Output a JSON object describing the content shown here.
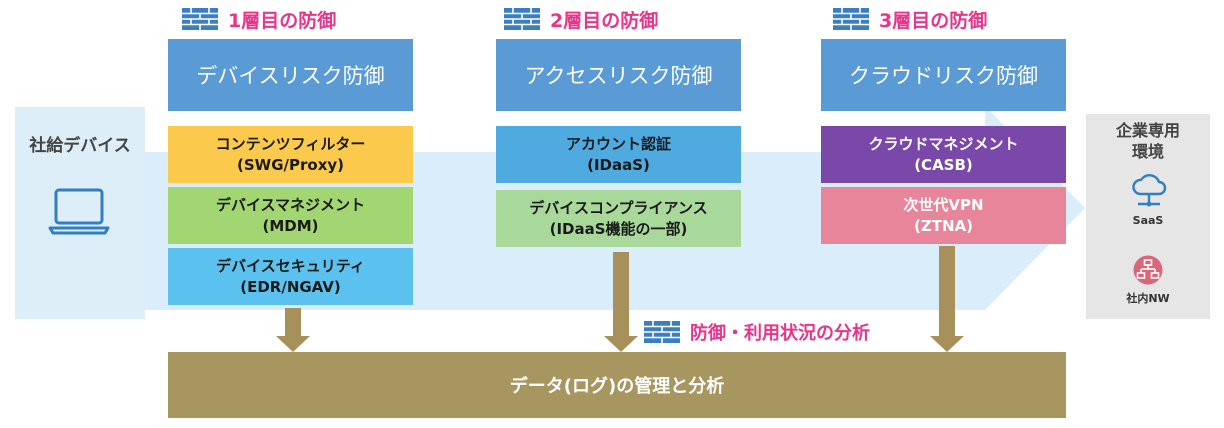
{
  "layers": [
    {
      "title": "1層目の防御",
      "category": "デバイスリスク防御",
      "items": [
        {
          "name": "コンテンツフィルター",
          "sub": "(SWG/Proxy)",
          "color": "#fbc94b"
        },
        {
          "name": "デバイスマネジメント",
          "sub": "(MDM)",
          "color": "#a2d672"
        },
        {
          "name": "デバイスセキュリティ",
          "sub": "(EDR/NGAV)",
          "color": "#5bc2f0"
        }
      ]
    },
    {
      "title": "2層目の防御",
      "category": "アクセスリスク防御",
      "items": [
        {
          "name": "アカウント認証",
          "sub": "(IDaaS)",
          "color": "#4faadf"
        },
        {
          "name": "デバイスコンプライアンス",
          "sub": "(IDaaS機能の一部)",
          "color": "#a8d89a"
        }
      ]
    },
    {
      "title": "3層目の防御",
      "category": "クラウドリスク防御",
      "items": [
        {
          "name": "クラウドマネジメント",
          "sub": "(CASB)",
          "color": "#7a48a8"
        },
        {
          "name": "次世代VPN",
          "sub": "(ZTNA)",
          "color": "#e7869a"
        }
      ]
    }
  ],
  "device": {
    "label": "社給デバイス",
    "icon": "laptop-icon"
  },
  "enterprise": {
    "title_line1": "企業専用",
    "title_line2": "環境",
    "saas": {
      "label": "SaaS",
      "icon": "cloud-icon"
    },
    "internal": {
      "label": "社内NW",
      "icon": "network-icon"
    }
  },
  "analysis_label": "防御・利用状況の分析",
  "log_label": "データ(ログ)の管理と分析",
  "colors": {
    "accent": "#e8348a",
    "category": "#5b9bd5",
    "log": "#a89660",
    "arrow": "#a8905a",
    "flow": "#d9eefa"
  }
}
